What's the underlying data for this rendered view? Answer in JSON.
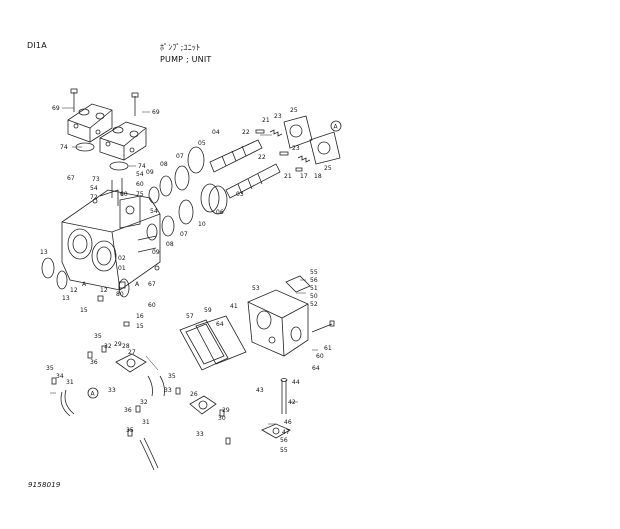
{
  "header": {
    "code": "DI1A",
    "title_jp": "ﾎﾟﾝﾌﾟ;ﾕﾆｯﾄ",
    "title_en": "PUMP ; UNIT"
  },
  "figure_number": "9158019",
  "callouts": [
    "A",
    "A",
    "A",
    "A"
  ],
  "labels": {
    "l69a": "69",
    "l69b": "69",
    "l74a": "74",
    "l74b": "74",
    "l67a": "67",
    "l67b": "67",
    "l73": "73",
    "l54a": "54",
    "l54b": "54",
    "l54c": "54",
    "l72": "72",
    "l60a": "60",
    "l60b": "60",
    "l60c": "60",
    "l75": "75",
    "l80": "80",
    "l13a": "13",
    "l13b": "13",
    "l12a": "12",
    "l12b": "12",
    "l15a": "15",
    "l15b": "15",
    "l16": "16",
    "l01": "01",
    "l02": "02",
    "l03": "03",
    "l04": "04",
    "l05": "05",
    "l06": "06",
    "l07a": "07",
    "l07b": "07",
    "l08a": "08",
    "l08b": "08",
    "l09a": "09",
    "l09b": "09",
    "l10": "10",
    "l21a": "21",
    "l21b": "21",
    "l22a": "22",
    "l22b": "22",
    "l23a": "23",
    "l23b": "23",
    "l25a": "25",
    "l25b": "25",
    "l17": "17",
    "l18": "18",
    "l55a": "55",
    "l55b": "55",
    "l56a": "56",
    "l56b": "56",
    "l51": "51",
    "l50": "50",
    "l52": "52",
    "l53": "53",
    "l41": "41",
    "l64a": "64",
    "l64b": "64",
    "l61": "61",
    "l60d": "60",
    "l44": "44",
    "l43": "43",
    "l42": "42",
    "l46": "46",
    "l47": "47",
    "l57": "57",
    "l59": "59",
    "l35a": "35",
    "l35b": "35",
    "l35c": "35",
    "l35d": "35",
    "l36a": "36",
    "l36b": "36",
    "l32a": "32",
    "l32b": "32",
    "l29a": "29",
    "l29b": "29",
    "l27": "27",
    "l28": "28",
    "l34": "34",
    "l31a": "31",
    "l31b": "31",
    "l30": "30",
    "l26": "26",
    "l33a": "33",
    "l33b": "33",
    "l33c": "33"
  }
}
